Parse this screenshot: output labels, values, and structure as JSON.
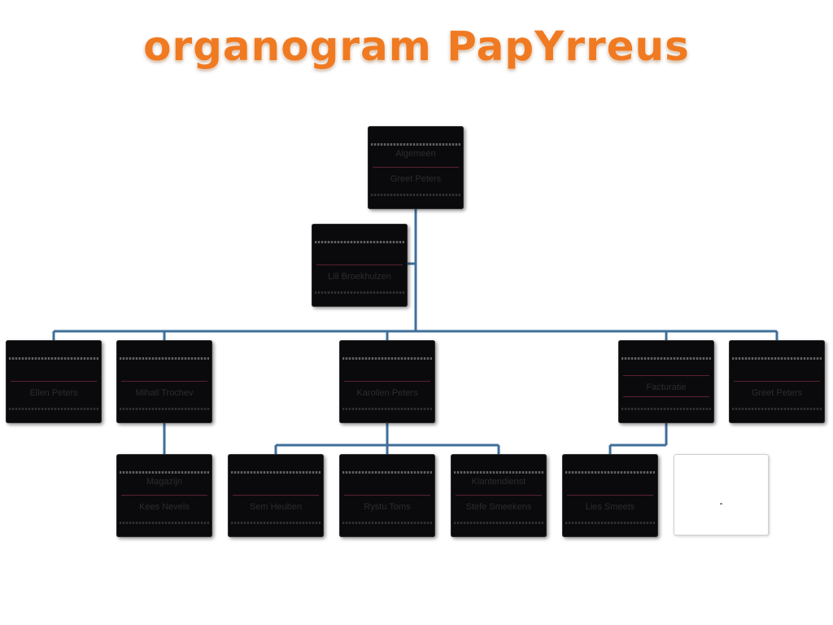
{
  "title": "organogram PapYrreus",
  "nodes": {
    "root": {
      "role": "Algemeen",
      "person": "Greet Peters"
    },
    "staff": {
      "role": "",
      "person": "Lili Broekhuizen"
    },
    "l2_1": {
      "role": "",
      "person": "Ellen Peters"
    },
    "l2_2": {
      "role": "",
      "person": "Mihail Trochev"
    },
    "l2_3": {
      "role": "",
      "person": "Karolien Peters"
    },
    "l2_4": {
      "role": "",
      "sub": "Facturatie",
      "person": ""
    },
    "l2_5": {
      "role": "",
      "person": "Greet Peters"
    },
    "l3_1": {
      "role": "Magazijn",
      "person": "Kees Nevels"
    },
    "l3_2": {
      "role": "",
      "person": "Sem Heuben"
    },
    "l3_3": {
      "role": "",
      "person": "Rystu Toms"
    },
    "l3_4": {
      "role": "Klantendienst",
      "person": "Stefe Smeekens"
    },
    "l3_5": {
      "role": "",
      "person": "Lies Smeets"
    },
    "l3_6": {
      "role": "",
      "person": "-"
    }
  },
  "colors": {
    "title": "#f07a22",
    "connector": "#3f6f9a",
    "box": "#0a0a0c"
  }
}
